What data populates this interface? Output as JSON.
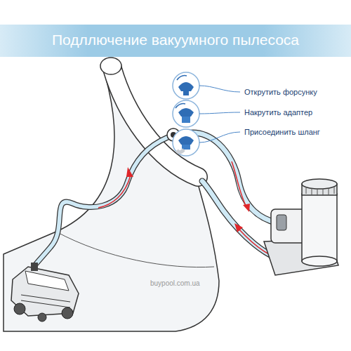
{
  "diagram": {
    "title": "Подллючение вакуумного пылесоса",
    "labels": [
      "Открутить форсунку",
      "Накрутить адаптер",
      "Присоединить шланг",
      "buypool.com.ua"
    ]
  }
}
